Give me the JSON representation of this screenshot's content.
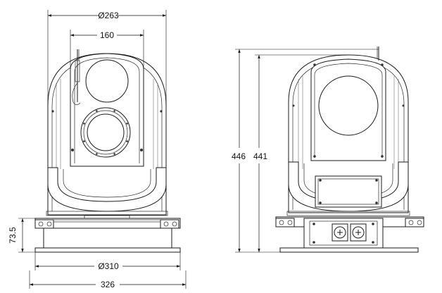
{
  "front_view": {
    "dim_top_diameter": "Ø263",
    "dim_upper_width": "160",
    "dim_base_height": "73.5",
    "dim_base_diameter": "Ø310",
    "dim_base_width": "326"
  },
  "side_view": {
    "dim_total_height": "446",
    "dim_body_height": "441"
  },
  "colors": {
    "line": "#1a1a1a",
    "background": "#ffffff"
  }
}
